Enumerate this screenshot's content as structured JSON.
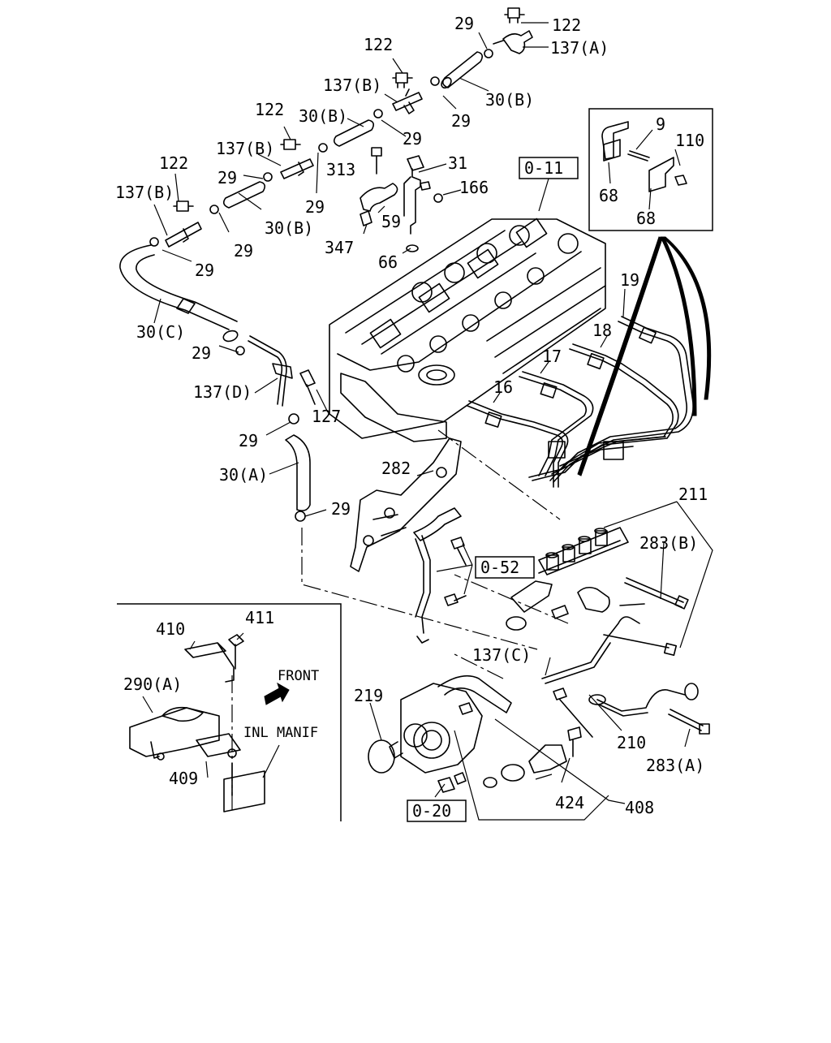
{
  "callouts": {
    "c122_a": "122",
    "c137a": "137(A)",
    "c29_a": "29",
    "c30b_a": "30(B)",
    "c29_b": "29",
    "c122_b": "122",
    "c137b_a": "137(B)",
    "c30b_b": "30(B)",
    "c29_c": "29",
    "c122_c": "122",
    "c137b_b": "137(B)",
    "c29_d": "29",
    "c313": "313",
    "c29_e": "29",
    "c122_d": "122",
    "c137b_c": "137(B)",
    "c30b_c": "30(B)",
    "c29_f": "29",
    "c29_g": "29",
    "c30c": "30(C)",
    "c29_h": "29",
    "c137d": "137(D)",
    "c127": "127",
    "c29_i": "29",
    "c30a": "30(A)",
    "c29_j": "29",
    "c31": "31",
    "c166": "166",
    "c59": "59",
    "c347": "347",
    "c66": "66",
    "c9": "9",
    "c110": "110",
    "c68_a": "68",
    "c68_b": "68",
    "c19": "19",
    "c18": "18",
    "c17": "17",
    "c16": "16",
    "c282": "282",
    "c211": "211",
    "c283b": "283(B)",
    "c137c": "137(C)",
    "c210": "210",
    "c283a": "283(A)",
    "c219": "219",
    "c424": "424",
    "c408": "408",
    "c410": "410",
    "c411": "411",
    "c290a": "290(A)",
    "c409": "409"
  },
  "refs": {
    "r011": "0-11",
    "r052": "0-52",
    "r020": "0-20"
  },
  "notes": {
    "front": "FRONT",
    "inl_manif": "INL MANIF"
  }
}
